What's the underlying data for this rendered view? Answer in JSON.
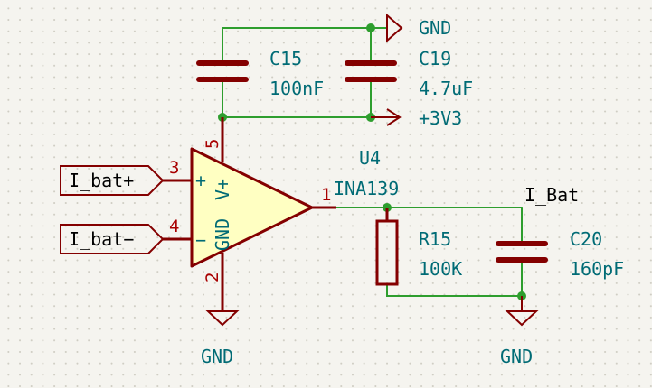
{
  "colors": {
    "wire": "#2e9e2e",
    "component": "#840000",
    "component_fill": "#ffffc2",
    "reference_text": "#006b75",
    "pin_number_text": "#a80000",
    "label_text": "#000000"
  },
  "power_symbols": {
    "gnd_top": "GND",
    "v3v3": "+3V3",
    "gnd_opamp": "GND",
    "gnd_c20": "GND"
  },
  "components": {
    "c15": {
      "ref": "C15",
      "value": "100nF"
    },
    "c19": {
      "ref": "C19",
      "value": "4.7uF"
    },
    "r15": {
      "ref": "R15",
      "value": "100K"
    },
    "c20": {
      "ref": "C20",
      "value": "160pF"
    },
    "u4": {
      "ref": "U4",
      "value": "INA139",
      "pin_labels": {
        "plus": "+",
        "minus": "−",
        "vplus": "V+",
        "gnd": "GND"
      },
      "pins": {
        "in_plus": "3",
        "in_minus": "4",
        "vplus": "5",
        "gnd": "2",
        "out": "1"
      }
    }
  },
  "labels": {
    "net_i_bat": "I_Bat",
    "i_bat_plus": "I_bat+",
    "i_bat_minus": "I_bat−"
  }
}
